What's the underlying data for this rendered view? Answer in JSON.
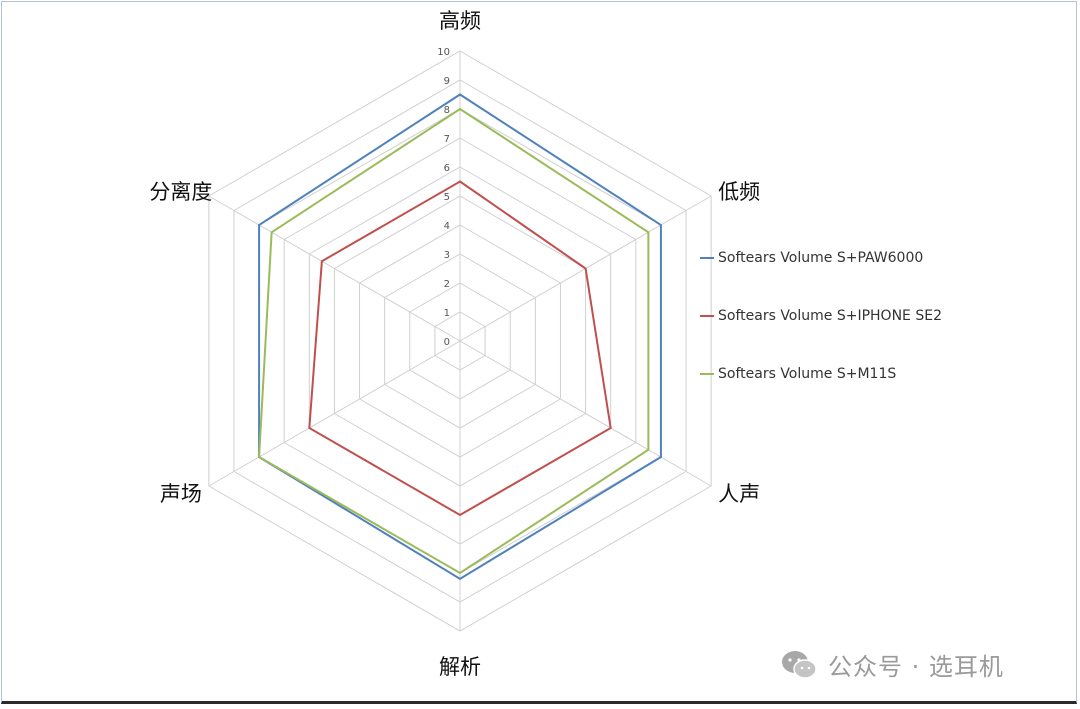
{
  "chart_data": {
    "type": "radar",
    "axes": [
      "高频",
      "低频",
      "人声",
      "解析",
      "声场",
      "分离度"
    ],
    "rlim": [
      0,
      10
    ],
    "ticks": [
      0,
      1,
      2,
      3,
      4,
      5,
      6,
      7,
      8,
      9,
      10
    ],
    "grid": true,
    "legend_position": "right",
    "series": [
      {
        "name": "Softears Volume S+PAW6000",
        "color": "#4f81bd",
        "values": [
          8.5,
          8,
          8,
          8.2,
          8,
          8
        ]
      },
      {
        "name": "Softears Volume S+IPHONE SE2",
        "color": "#c0504d",
        "values": [
          5.5,
          5,
          6,
          6,
          6,
          5.5
        ]
      },
      {
        "name": "Softears Volume S+M11S",
        "color": "#9bbb59",
        "values": [
          8,
          7.5,
          7.5,
          8,
          8,
          7.5
        ]
      }
    ]
  },
  "watermark": {
    "text": "公众号 · 选耳机",
    "icon": "wechat-icon"
  }
}
